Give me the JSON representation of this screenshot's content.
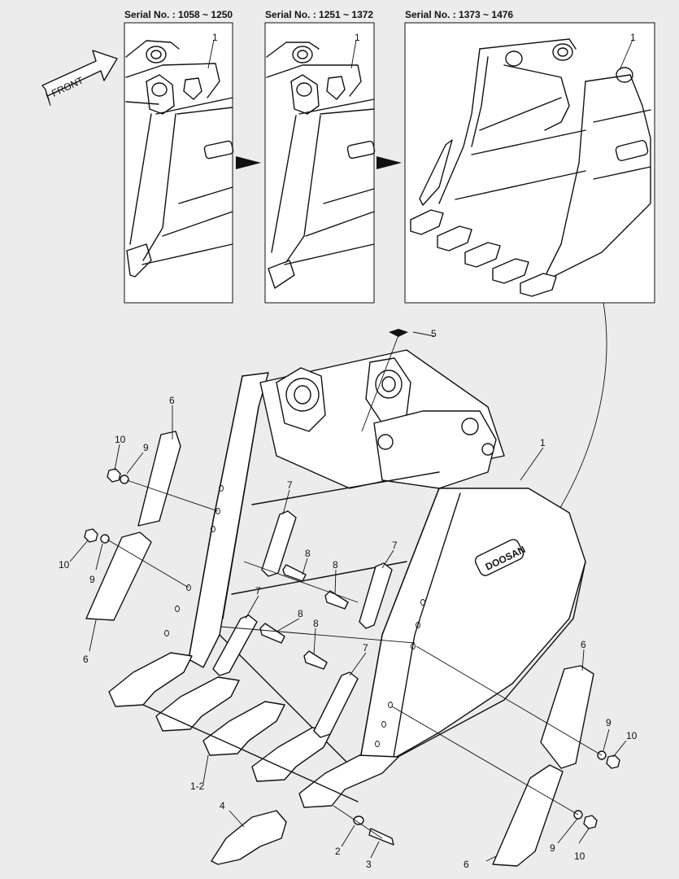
{
  "panels": [
    {
      "serial_label": "Serial No. : 1058 ~ 1250",
      "callout": "1"
    },
    {
      "serial_label": "Serial No. : 1251 ~ 1372",
      "callout": "1"
    },
    {
      "serial_label": "Serial No. : 1373 ~ 1476",
      "callout": "1"
    }
  ],
  "front_label": "FRONT",
  "brand_label": "DOOSAN",
  "callouts": {
    "bucket": "1",
    "tooth_assembly": "1-2",
    "washer_2": "2",
    "pin_3": "3",
    "tooth_4": "4",
    "plate_5": "5",
    "side_cutter_left_upper": "6",
    "side_cutter_left_lower": "6",
    "side_cutter_right_upper": "6",
    "side_cutter_right_lower": "6",
    "link_a": "7",
    "link_b": "7",
    "link_c": "7",
    "link_d": "7",
    "bolt_a": "8",
    "bolt_b": "8",
    "bolt_c": "8",
    "bolt_d": "8",
    "washer_left_upper": "9",
    "washer_left_lower": "9",
    "washer_right_upper": "9",
    "washer_right_lower": "9",
    "nut_left_upper": "10",
    "nut_left_lower": "10",
    "nut_right_upper": "10",
    "nut_right_lower": "10"
  },
  "colors": {
    "background": "#ececec",
    "line": "#111111",
    "part_fill": "#ffffff"
  }
}
